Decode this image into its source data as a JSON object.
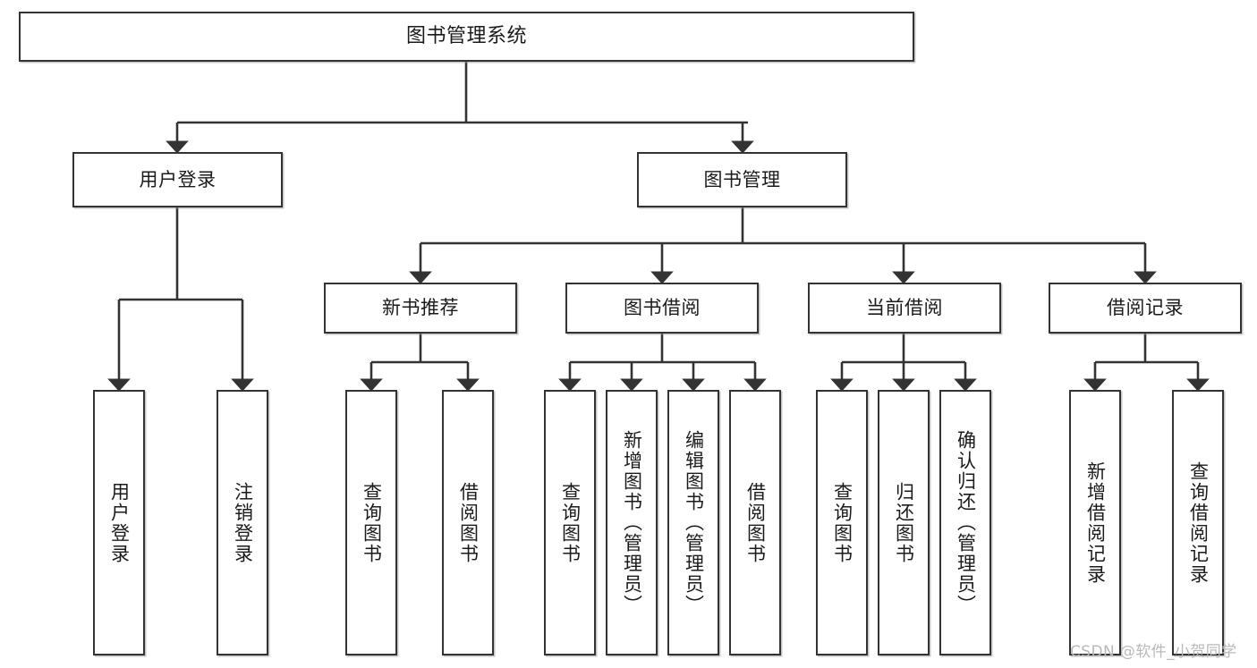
{
  "diagram": {
    "title": "图书管理系统",
    "type": "hierarchy-tree",
    "colors": {
      "box_border": "#333333",
      "box_fill": "#ffffff",
      "edge": "#333333",
      "text": "#1b1b1b",
      "watermark": "#b9b9b9",
      "background": "#ffffff"
    }
  },
  "nodes": {
    "root": {
      "label": "图书管理系统"
    },
    "level2": [
      {
        "label": "用户登录"
      },
      {
        "label": "图书管理"
      }
    ],
    "level3": [
      {
        "label": "新书推荐"
      },
      {
        "label": "图书借阅"
      },
      {
        "label": "当前借阅"
      },
      {
        "label": "借阅记录"
      }
    ],
    "leaves": {
      "user_login": [
        {
          "label": "用户登录"
        },
        {
          "label": "注销登录"
        }
      ],
      "new_book_recommend": [
        {
          "label": "查询图书"
        },
        {
          "label": "借阅图书"
        }
      ],
      "book_borrow": [
        {
          "label": "查询图书"
        },
        {
          "label": "新增图书（管理员）"
        },
        {
          "label": "编辑图书（管理员）"
        },
        {
          "label": "借阅图书"
        }
      ],
      "current_borrow": [
        {
          "label": "查询图书"
        },
        {
          "label": "归还图书"
        },
        {
          "label": "确认归还（管理员）"
        }
      ],
      "borrow_record": [
        {
          "label": "新增借阅记录"
        },
        {
          "label": "查询借阅记录"
        }
      ]
    }
  },
  "watermark": {
    "text": "CSDN @软件_小贺同学"
  }
}
